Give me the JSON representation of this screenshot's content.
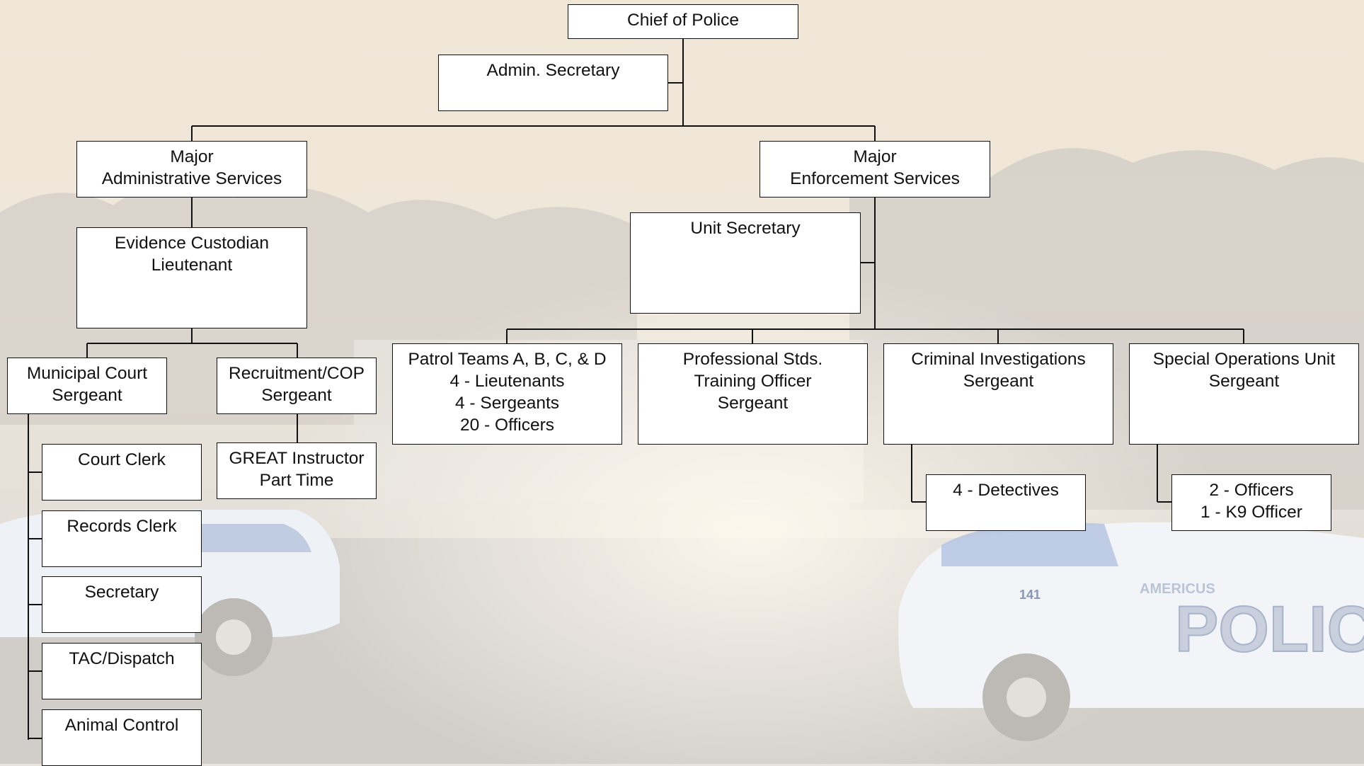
{
  "org_chart": {
    "chief": {
      "line1": "Chief of Police"
    },
    "admin_secretary": {
      "line1": "Admin. Secretary"
    },
    "major_admin": {
      "line1": "Major",
      "line2": "Administrative Services"
    },
    "major_enforcement": {
      "line1": "Major",
      "line2": "Enforcement Services"
    },
    "evidence_custodian": {
      "line1": "Evidence Custodian",
      "line2": "Lieutenant"
    },
    "unit_secretary": {
      "line1": "Unit Secretary"
    },
    "municipal_court": {
      "line1": "Municipal Court",
      "line2": "Sergeant"
    },
    "recruitment_cop": {
      "line1": "Recruitment/COP",
      "line2": "Sergeant"
    },
    "great_instructor": {
      "line1": "GREAT Instructor",
      "line2": "Part Time"
    },
    "court_clerk": {
      "line1": "Court Clerk"
    },
    "records_clerk": {
      "line1": "Records Clerk"
    },
    "secretary": {
      "line1": "Secretary"
    },
    "tac_dispatch": {
      "line1": "TAC/Dispatch"
    },
    "animal_control": {
      "line1": "Animal Control"
    },
    "patrol_teams": {
      "line1": "Patrol Teams A, B, C, & D",
      "line2": "4 - Lieutenants",
      "line3": "4 - Sergeants",
      "line4": "20 - Officers"
    },
    "professional_stds": {
      "line1": "Professional Stds.",
      "line2": "Training Officer",
      "line3": "Sergeant"
    },
    "criminal_investigations": {
      "line1": "Criminal Investigations",
      "line2": "Sergeant"
    },
    "special_operations": {
      "line1": "Special Operations Unit",
      "line2": "Sergeant"
    },
    "detectives": {
      "line1": "4 - Detectives"
    },
    "special_ops_officers": {
      "line1": "2 - Officers",
      "line2": "1 - K9 Officer"
    }
  },
  "background": {
    "scene": "police-vehicles-photo",
    "vehicle_number": "141",
    "vehicle_lettering_small": "AMERICUS",
    "vehicle_lettering_large": "POLIC",
    "colors": {
      "sky": "#f1ebe0",
      "trees": "#d6d2cb",
      "road": "#cfccc7",
      "car": "#f4f6fa",
      "car_blue": "#aebfe0"
    }
  }
}
